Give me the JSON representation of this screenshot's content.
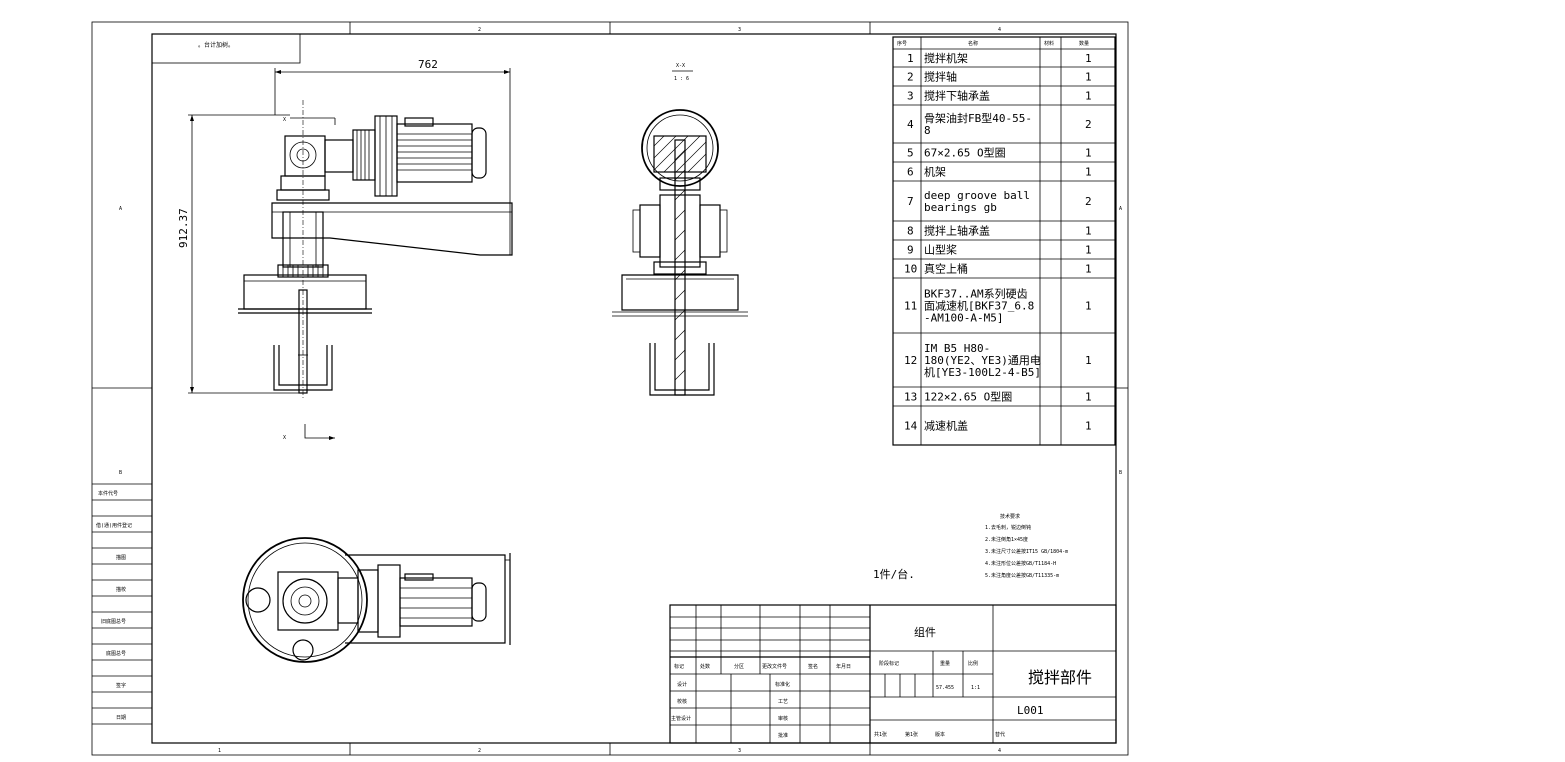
{
  "corner_box": "。台计加树。",
  "dimensions": {
    "width": "762",
    "height": "912.37"
  },
  "section": {
    "label": "X-X",
    "scale": "1 : 6"
  },
  "view_marks": {
    "x1": "X",
    "x2": "X"
  },
  "border": {
    "top": [
      "2",
      "3",
      "4"
    ],
    "bottom": [
      "1",
      "2",
      "3",
      "4"
    ],
    "left": [
      "A",
      "B"
    ],
    "right": [
      "A",
      "B"
    ]
  },
  "left_column": {
    "labels": [
      "本件代号",
      "借(通)用件登记",
      "描图",
      "描校",
      "旧底图总号",
      "底图总号",
      "签字",
      "日期"
    ]
  },
  "bom": {
    "headers": [
      "序号",
      "名称",
      "材料",
      "数量"
    ],
    "rows": [
      {
        "no": "1",
        "name": [
          "搅拌机架"
        ],
        "qty": "1"
      },
      {
        "no": "2",
        "name": [
          "搅拌轴"
        ],
        "qty": "1"
      },
      {
        "no": "3",
        "name": [
          "搅拌下轴承盖"
        ],
        "qty": "1"
      },
      {
        "no": "4",
        "name": [
          "骨架油封FB型40-55-",
          "8"
        ],
        "qty": "2"
      },
      {
        "no": "5",
        "name": [
          "67×2.65 O型圈"
        ],
        "qty": "1"
      },
      {
        "no": "6",
        "name": [
          "机架"
        ],
        "qty": "1"
      },
      {
        "no": "7",
        "name": [
          "deep groove ball",
          "bearings gb"
        ],
        "qty": "2"
      },
      {
        "no": "8",
        "name": [
          "搅拌上轴承盖"
        ],
        "qty": "1"
      },
      {
        "no": "9",
        "name": [
          "山型桨"
        ],
        "qty": "1"
      },
      {
        "no": "10",
        "name": [
          "真空上桶"
        ],
        "qty": "1"
      },
      {
        "no": "11",
        "name": [
          "BKF37..AM系列硬齿",
          "面减速机[BKF37_6.8",
          "-AM100-A-M5]"
        ],
        "qty": "1"
      },
      {
        "no": "12",
        "name": [
          "IM B5 H80-",
          "180(YE2、YE3)通用电",
          "机[YE3-100L2-4-B5]"
        ],
        "qty": "1"
      },
      {
        "no": "13",
        "name": [
          "122×2.65 O型圈"
        ],
        "qty": "1"
      },
      {
        "no": "14",
        "name": [
          "减速机盖"
        ],
        "qty": "1"
      }
    ]
  },
  "tech_requirements": {
    "title": "技术要求",
    "items": [
      "1.去毛刺，锐边倒钝",
      "2.未注倒角1×45度",
      "3.未注尺寸公差按IT15 GB/1804-m",
      "4.未注形位公差按GB/T1184-H",
      "5.未注角度公差按GB/T11335-m"
    ]
  },
  "quantity_note": "1件/台.",
  "title_block": {
    "type": "组件",
    "drawing_title": "搅拌部件",
    "drawing_number": "L001",
    "weight": "57.455",
    "scale": "1:1",
    "headers_row": [
      "标记",
      "处数",
      "分区",
      "更改文件号",
      "签名",
      "年月日"
    ],
    "stage_headers": [
      "阶段标记",
      "重量",
      "比例"
    ],
    "left_labels": [
      "设计",
      "校核",
      "主管设计"
    ],
    "mid_labels": [
      "标准化",
      "工艺",
      "审核",
      "批准"
    ],
    "sheet_info": [
      "共1张",
      "第1张",
      "版本"
    ],
    "replace_label": "替代"
  }
}
